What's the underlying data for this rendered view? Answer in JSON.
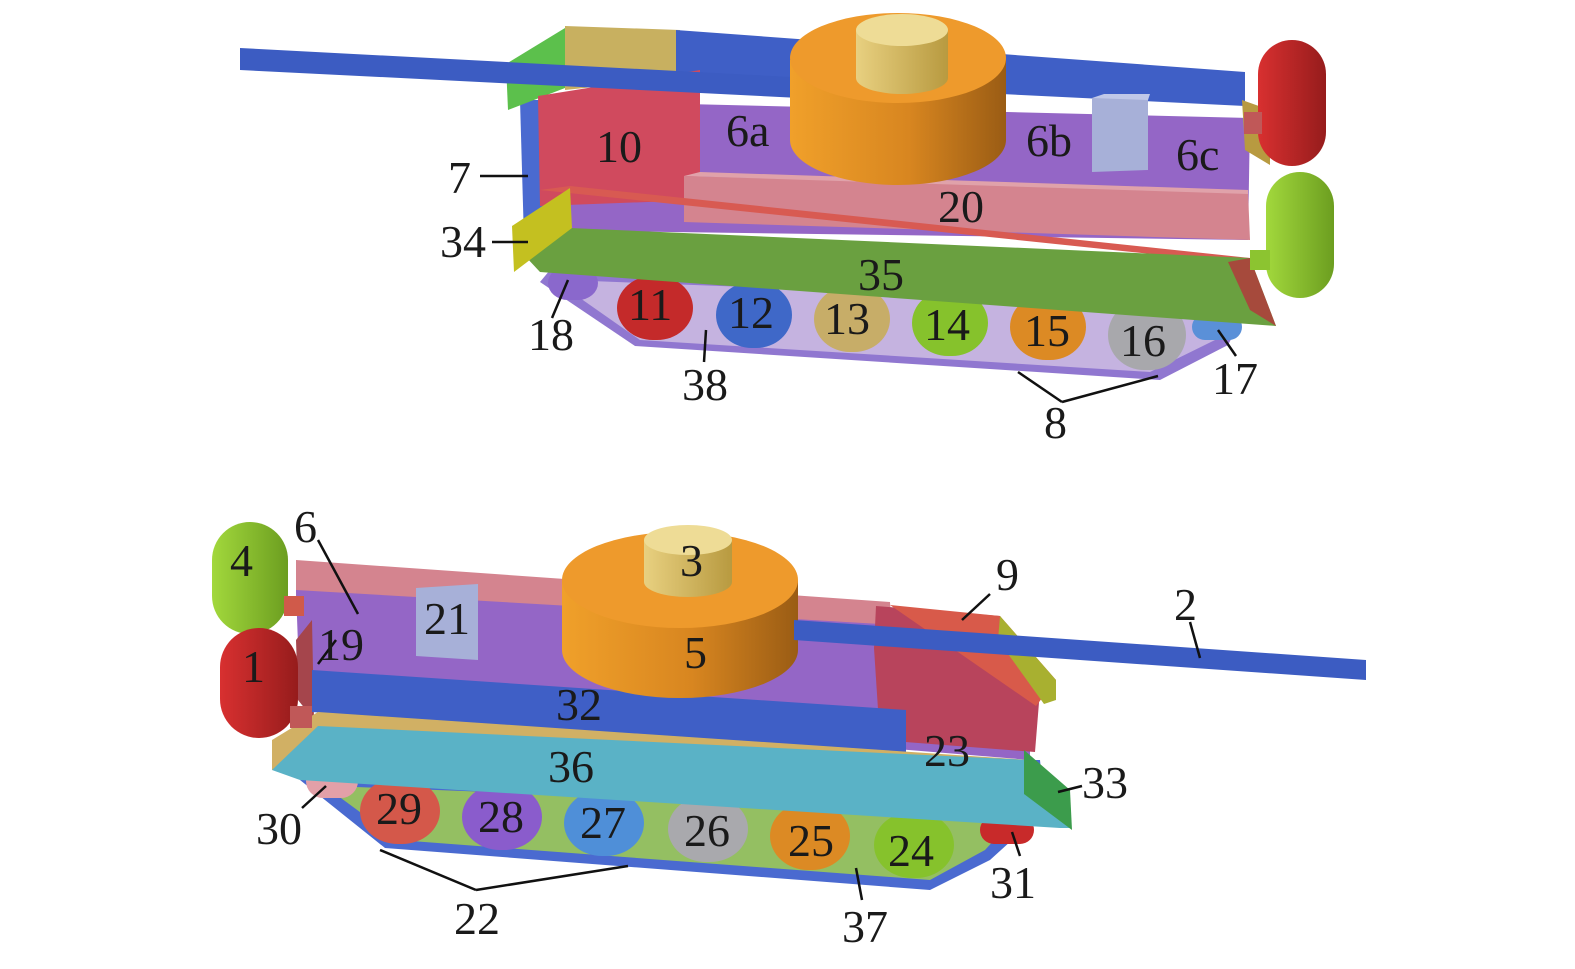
{
  "figure": {
    "top_view": {
      "labels": {
        "p6a": "6a",
        "p6b": "6b",
        "p6c": "6c",
        "p7": "7",
        "p8": "8",
        "p10": "10",
        "p11": "11",
        "p12": "12",
        "p13": "13",
        "p14": "14",
        "p15": "15",
        "p16": "16",
        "p17": "17",
        "p18": "18",
        "p20": "20",
        "p34": "34",
        "p35": "35",
        "p38": "38"
      }
    },
    "bottom_view": {
      "labels": {
        "p1": "1",
        "p2": "2",
        "p3": "3",
        "p4": "4",
        "p5": "5",
        "p6": "6",
        "p9": "9",
        "p19": "19",
        "p21": "21",
        "p22": "22",
        "p23": "23",
        "p24": "24",
        "p25": "25",
        "p26": "26",
        "p27": "27",
        "p28": "28",
        "p29": "29",
        "p30": "30",
        "p31": "31",
        "p32": "32",
        "p33": "33",
        "p36": "36",
        "p37": "37"
      }
    }
  },
  "colors": {
    "hull_purple": "#9466c6",
    "track_blue": "#3f5fc6",
    "barrel_blue": "#3c5cc2",
    "turret_orange": "#e48a22",
    "cupola_gold": "#d9c068",
    "pink_block": "#d4848f",
    "red_block": "#d04a58",
    "green_skirt": "#6aa040",
    "cyan_skirt": "#5ab2c6",
    "tan_block": "#c8b060",
    "lime_drum": "#8cc430",
    "red_drum": "#c42a2a",
    "light_box": "#a7b0d8"
  },
  "icons": [
    "wheel-11",
    "wheel-12",
    "wheel-13",
    "wheel-14",
    "wheel-15",
    "wheel-16",
    "wheel-24",
    "wheel-25",
    "wheel-26",
    "wheel-27",
    "wheel-28",
    "wheel-29"
  ]
}
